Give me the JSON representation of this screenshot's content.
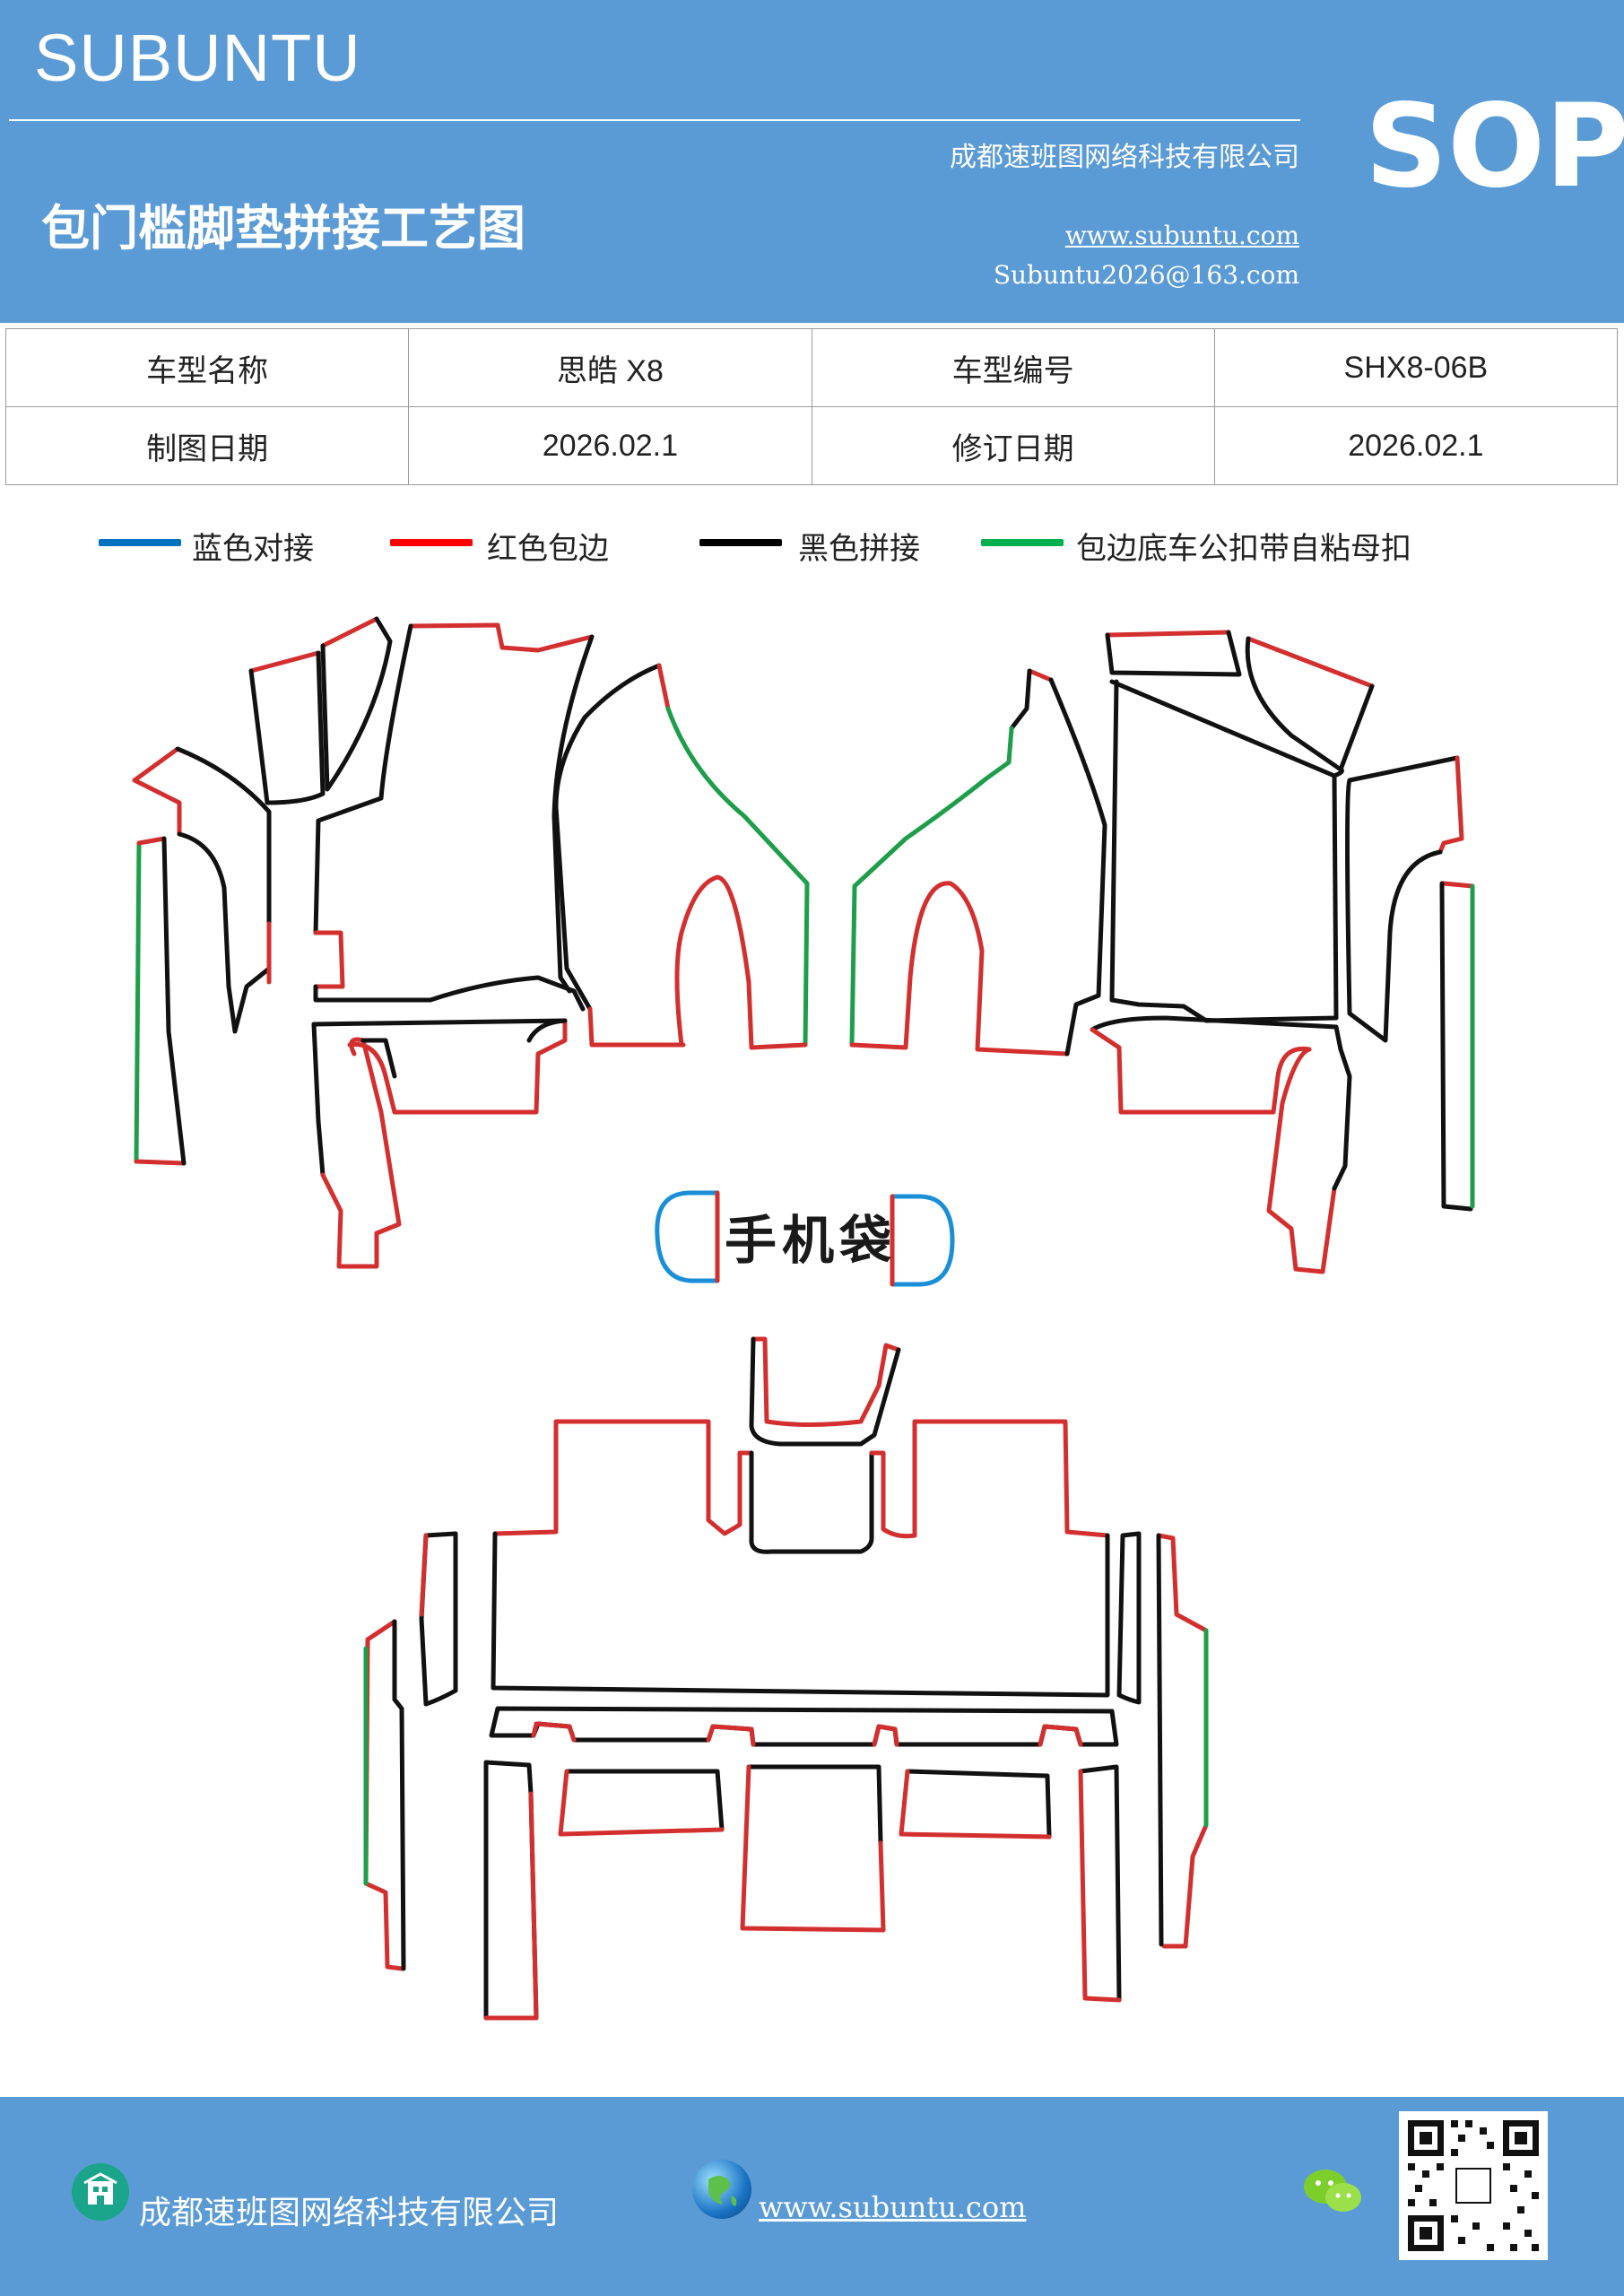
{
  "header": {
    "brand": "SUBUNTU",
    "company": "成都速班图网络科技有限公司",
    "title": "包门槛脚垫拼接工艺图",
    "website": "www.subuntu.com",
    "email": "Subuntu2026@163.com",
    "sop": "SOP"
  },
  "info": {
    "model_name_label": "车型名称",
    "model_name": "思皓 X8",
    "model_code_label": "车型编号",
    "model_code": "SHX8-06B",
    "draw_date_label": "制图日期",
    "draw_date": "2026.02.1",
    "revise_date_label": "修订日期",
    "revise_date": "2026.02.1"
  },
  "legend": [
    {
      "label": "蓝色对接",
      "color": "#0070c0"
    },
    {
      "label": "红色包边",
      "color": "#ff0000"
    },
    {
      "label": "黑色拼接",
      "color": "#000000"
    },
    {
      "label": "包边底车公扣带自粘母扣",
      "color": "#00b050"
    }
  ],
  "diagram": {
    "phone_bag_label": "手机袋",
    "colors": {
      "blue": "#1a8fd8",
      "red": "#d32f2f",
      "black": "#111111",
      "green": "#1e9e4a"
    }
  },
  "footer": {
    "company": "成都速班图网络科技有限公司",
    "website": "www.subuntu.com"
  }
}
